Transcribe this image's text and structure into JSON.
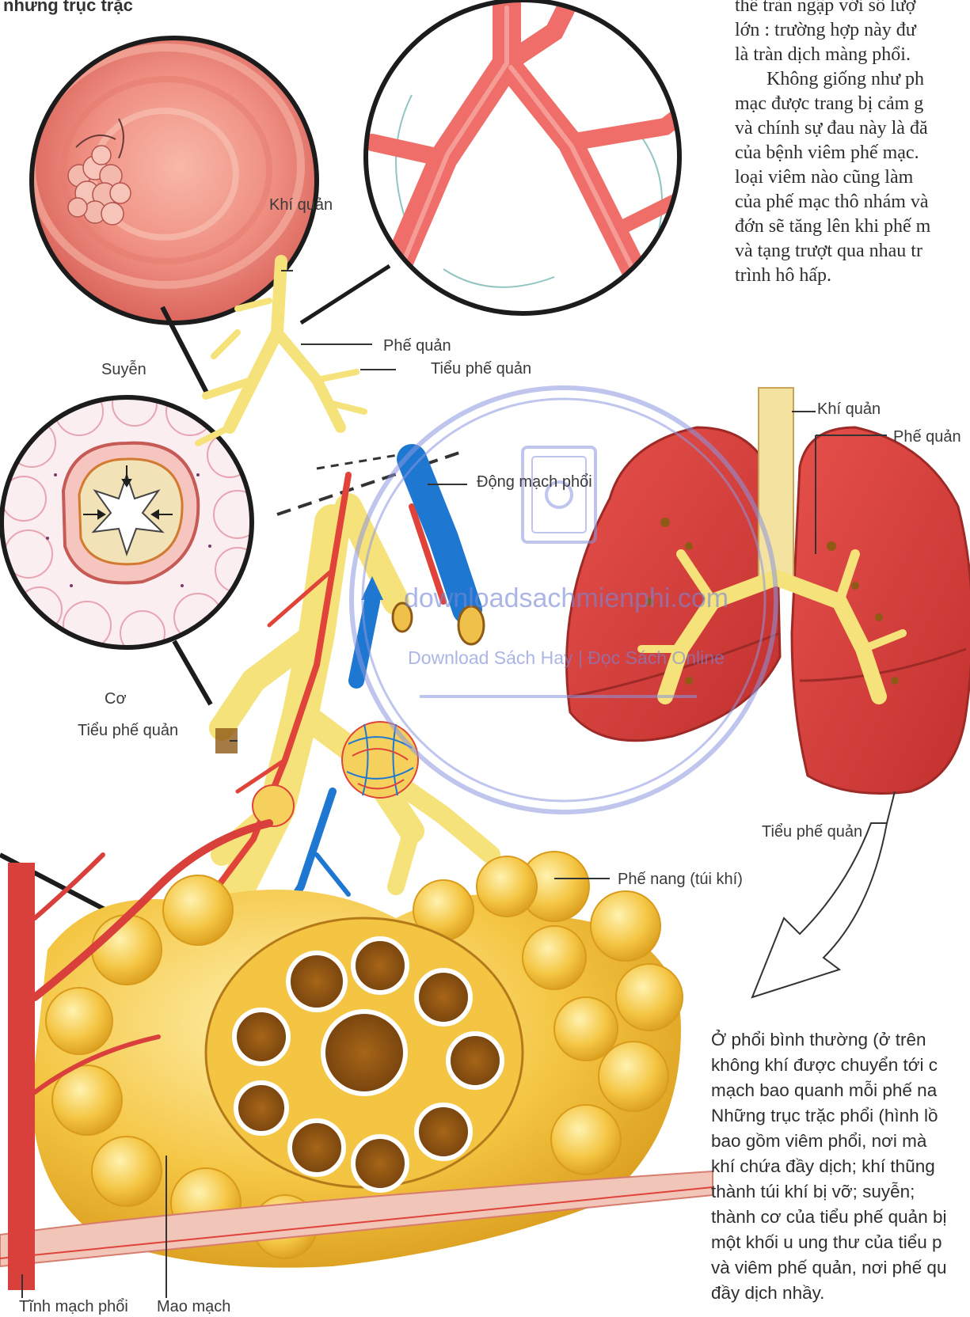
{
  "heading": "nhưng trục trặc",
  "body_text_lines": [
    "thể tràn ngập với số lượ",
    "lớn : trường hợp này đư",
    "là tràn dịch màng phổi.",
    "Không giống như ph",
    "mạc được trang bị cảm g",
    "và chính sự đau này là đă",
    "của bệnh viêm phế mạc.",
    "loại viêm nào cũng làm",
    "của phế mạc thô nhám và",
    "đớn sẽ tăng lên khi phế m",
    "và tạng trượt qua nhau tr",
    "trình hô hấp."
  ],
  "labels": {
    "khi_quan_1": "Khí quản",
    "suyen": "Suyễn",
    "phe_quan_1": "Phế quản",
    "tieu_phe_quan_1": "Tiểu phế quản",
    "dong_mach_phoi": "Động mạch phổi",
    "co": "Cơ",
    "tieu_phe_quan_2": "Tiểu phế quản",
    "khi_quan_2": "Khí quản",
    "phe_quan_2": "Phế quản",
    "tieu_phe_quan_3": "Tiểu phế quản",
    "phe_nang": "Phế nang (túi khí)",
    "tinh_mach_phoi": "Tĩnh mạch phổi",
    "mao_mach": "Mao mạch"
  },
  "caption_lines": [
    "Ở phổi bình thường (ở trên",
    "không khí được chuyển tới c",
    "mạch bao quanh mỗi phế na",
    "Những trục trặc phổi (hình lồ",
    "bao gồm viêm phổi, nơi mà",
    "khí chứa đầy dịch; khí thũng",
    "thành túi khí bị vỡ; suyễn;",
    "thành cơ của tiểu phế quản bị",
    "một khối u ung thư của tiểu p",
    "và viêm phế quản, nơi phế qu",
    "đầy dịch nhầy."
  ],
  "watermark": {
    "domain": "downloadsachmienphi.com",
    "subtitle": "Download Sách Hay | Đọc Sách Online"
  },
  "colors": {
    "bronchial_yellow": "#f6e27a",
    "alveoli_yellow": "#f4c542",
    "artery_blue": "#1e78d2",
    "vessel_red": "#e0433a",
    "lung_red": "#d9403c",
    "mucosa_pink": "#ef8f82",
    "watermark": "#8c96e0"
  }
}
